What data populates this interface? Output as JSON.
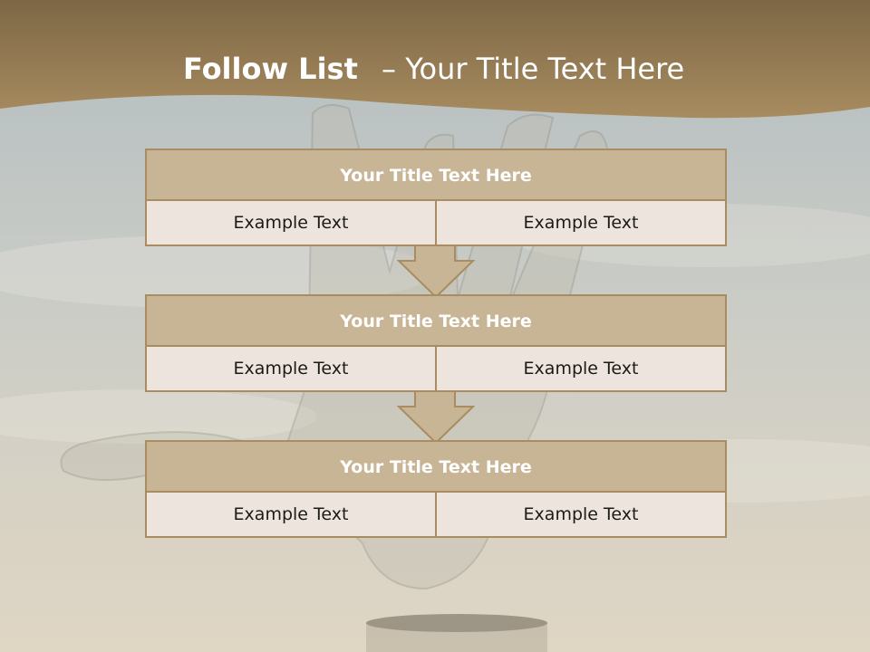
{
  "slide": {
    "title_bold": "Follow List",
    "title_separator": "–",
    "title_rest": "Your Title Text Here"
  },
  "blocks": [
    {
      "title": "Your Title Text Here",
      "left_text": "Example Text",
      "right_text": "Example Text"
    },
    {
      "title": "Your Title Text Here",
      "left_text": "Example Text",
      "right_text": "Example Text"
    },
    {
      "title": "Your Title Text Here",
      "left_text": "Example Text",
      "right_text": "Example Text"
    }
  ],
  "colors": {
    "header_band": "#8f7548",
    "block_title_fill": "#c8b595",
    "cell_fill": "#ede5dd",
    "border": "#a88d62",
    "arrow_fill": "#c8b595"
  }
}
